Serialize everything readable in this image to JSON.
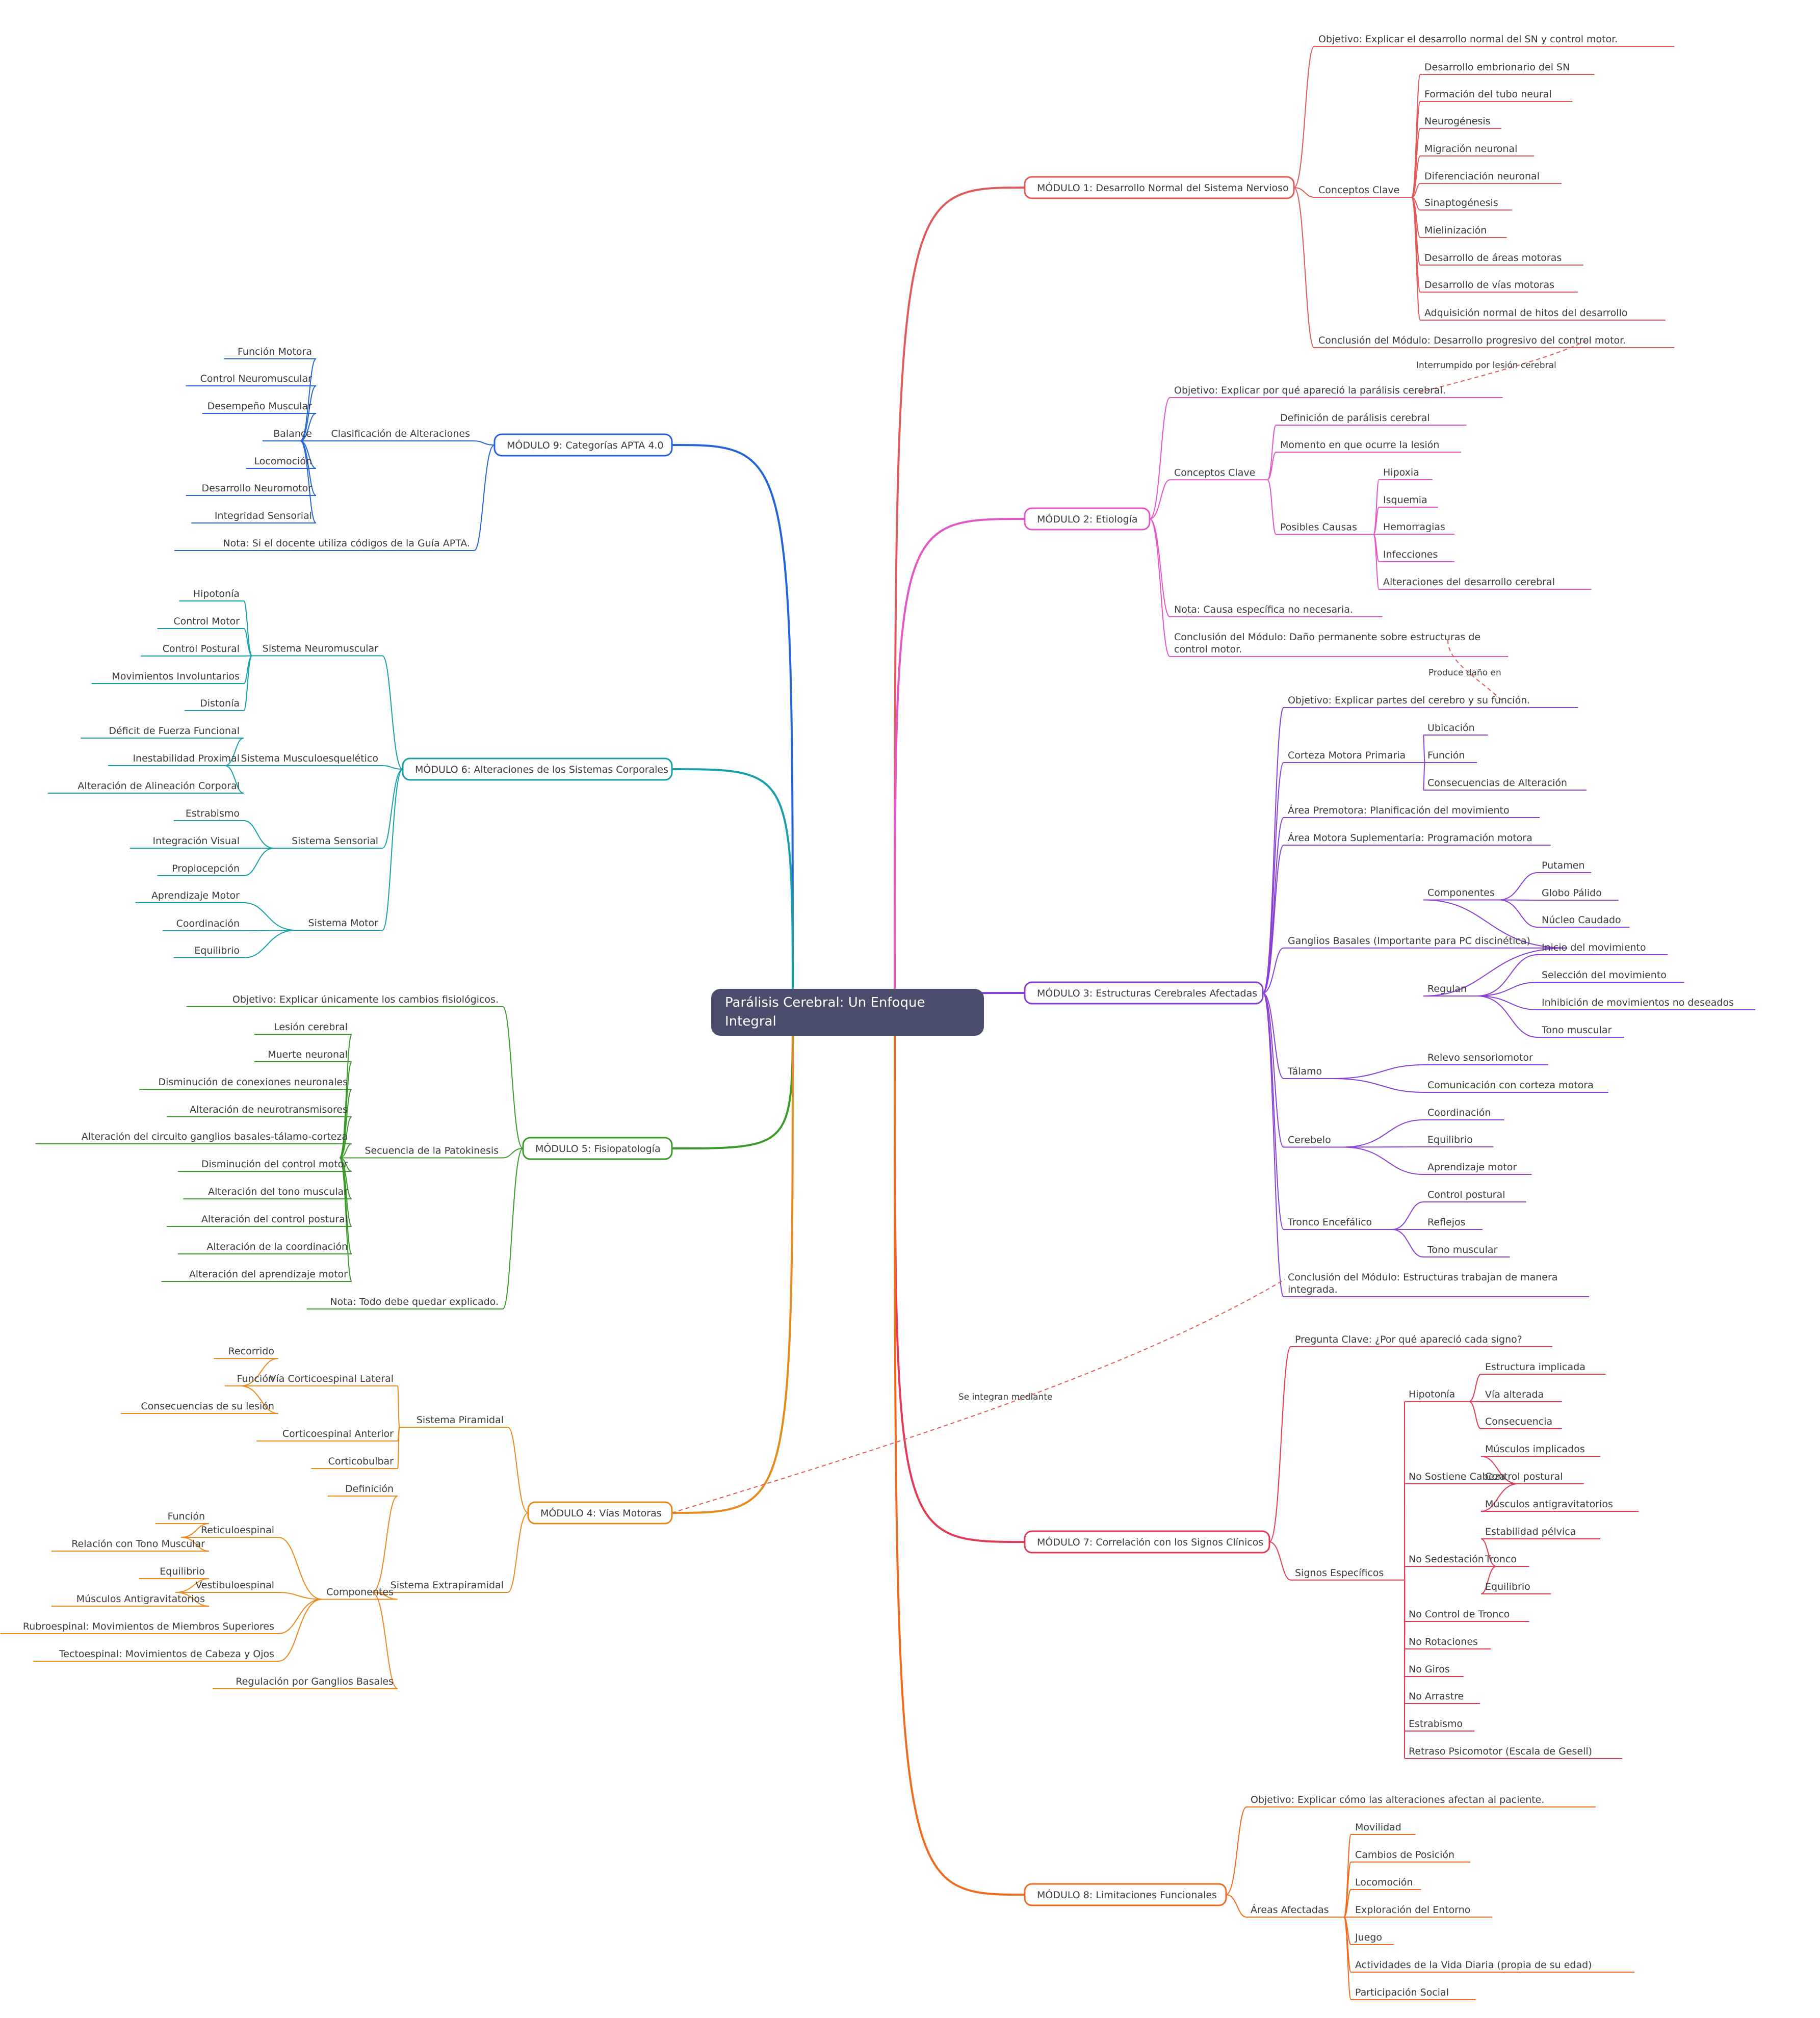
{
  "root": {
    "lines": [
      "Parálisis Cerebral: Un Enfoque",
      "Integral"
    ]
  },
  "cross_links": [
    {
      "label": "Interrumpido por lesión cerebral"
    },
    {
      "label": "Produce daño en"
    },
    {
      "label": "Se integran mediante"
    }
  ],
  "modules": [
    {
      "id": "m1",
      "color": "#e05a5a",
      "label": "MÓDULO 1: Desarrollo Normal del Sistema Nervioso",
      "children": [
        {
          "text": "Objetivo: Explicar el desarrollo normal del SN y control motor."
        },
        {
          "text": "Conceptos Clave",
          "children": [
            {
              "text": "Desarrollo embrionario del SN"
            },
            {
              "text": "Formación del tubo neural"
            },
            {
              "text": "Neurogénesis"
            },
            {
              "text": "Migración neuronal"
            },
            {
              "text": "Diferenciación neuronal"
            },
            {
              "text": "Sinaptogénesis"
            },
            {
              "text": "Mielinización"
            },
            {
              "text": "Desarrollo de áreas motoras"
            },
            {
              "text": "Desarrollo de vías motoras"
            },
            {
              "text": "Adquisición normal de hitos del desarrollo"
            }
          ]
        },
        {
          "text": "Conclusión del Módulo: Desarrollo progresivo del control motor."
        }
      ]
    },
    {
      "id": "m2",
      "color": "#e455c6",
      "label": "MÓDULO 2: Etiología",
      "children": [
        {
          "text": "Objetivo: Explicar por qué apareció la parálisis cerebral."
        },
        {
          "text": "Conceptos Clave",
          "children": [
            {
              "text": "Definición de parálisis cerebral"
            },
            {
              "text": "Momento en que ocurre la lesión"
            },
            {
              "text": "Posibles Causas",
              "children": [
                {
                  "text": "Hipoxia"
                },
                {
                  "text": "Isquemia"
                },
                {
                  "text": "Hemorragias"
                },
                {
                  "text": "Infecciones"
                },
                {
                  "text": "Alteraciones del desarrollo cerebral"
                }
              ]
            }
          ]
        },
        {
          "text": "Nota: Causa específica no necesaria."
        },
        {
          "text": "Conclusión del Módulo: Daño permanente sobre estructuras de",
          "text2": "control motor."
        }
      ]
    },
    {
      "id": "m3",
      "color": "#8a3fd6",
      "label": "MÓDULO 3: Estructuras Cerebrales Afectadas",
      "children": [
        {
          "text": "Objetivo: Explicar partes del cerebro y su función."
        },
        {
          "text": "Corteza Motora Primaria",
          "children": [
            {
              "text": "Ubicación"
            },
            {
              "text": "Función"
            },
            {
              "text": "Consecuencias de Alteración"
            }
          ]
        },
        {
          "text": "Área Premotora: Planificación del movimiento"
        },
        {
          "text": "Área Motora Suplementaria: Programación motora"
        },
        {
          "text": "Ganglios Basales (Importante para PC discinética)",
          "children": [
            {
              "text": "Componentes",
              "children": [
                {
                  "text": "Putamen"
                },
                {
                  "text": "Globo Pálido"
                },
                {
                  "text": "Núcleo Caudado"
                }
              ]
            },
            {
              "text": "Regulan",
              "children": [
                {
                  "text": "Inicio del movimiento"
                },
                {
                  "text": "Selección del movimiento"
                },
                {
                  "text": "Inhibición de movimientos no deseados"
                },
                {
                  "text": "Tono muscular"
                }
              ]
            }
          ]
        },
        {
          "text": "Tálamo",
          "children": [
            {
              "text": "Relevo sensoriomotor"
            },
            {
              "text": "Comunicación con corteza motora"
            }
          ]
        },
        {
          "text": "Cerebelo",
          "children": [
            {
              "text": "Coordinación"
            },
            {
              "text": "Equilibrio"
            },
            {
              "text": "Aprendizaje motor"
            }
          ]
        },
        {
          "text": "Tronco Encefálico",
          "children": [
            {
              "text": "Control postural"
            },
            {
              "text": "Reflejos"
            },
            {
              "text": "Tono muscular"
            }
          ]
        },
        {
          "text": "Conclusión del Módulo: Estructuras trabajan de manera",
          "text2": "integrada."
        }
      ]
    },
    {
      "id": "m7",
      "color": "#e03a55",
      "label": "MÓDULO 7: Correlación con los Signos Clínicos",
      "children": [
        {
          "text": "Pregunta Clave: ¿Por qué apareció cada signo?"
        },
        {
          "text": "Signos Específicos",
          "children": [
            {
              "text": "Hipotonía",
              "children": [
                {
                  "text": "Estructura implicada"
                },
                {
                  "text": "Vía alterada"
                },
                {
                  "text": "Consecuencia"
                }
              ]
            },
            {
              "text": "No Sostiene Cabeza",
              "children": [
                {
                  "text": "Músculos implicados"
                },
                {
                  "text": "Control postural"
                },
                {
                  "text": "Músculos antigravitatorios"
                }
              ]
            },
            {
              "text": "No Sedestación",
              "children": [
                {
                  "text": "Estabilidad pélvica"
                },
                {
                  "text": "Tronco"
                },
                {
                  "text": "Equilibrio"
                }
              ]
            },
            {
              "text": "No Control de Tronco"
            },
            {
              "text": "No Rotaciones"
            },
            {
              "text": "No Giros"
            },
            {
              "text": "No Arrastre"
            },
            {
              "text": "Estrabismo"
            },
            {
              "text": "Retraso Psicomotor (Escala de Gesell)"
            }
          ]
        }
      ]
    },
    {
      "id": "m8",
      "color": "#f06a1e",
      "label": "MÓDULO 8: Limitaciones Funcionales",
      "children": [
        {
          "text": "Objetivo: Explicar cómo las alteraciones afectan al paciente."
        },
        {
          "text": "Áreas Afectadas",
          "children": [
            {
              "text": "Movilidad"
            },
            {
              "text": "Cambios de Posición"
            },
            {
              "text": "Locomoción"
            },
            {
              "text": "Exploración del Entorno"
            },
            {
              "text": "Juego"
            },
            {
              "text": "Actividades de la Vida Diaria (propia de su edad)"
            },
            {
              "text": "Participación Social"
            }
          ]
        }
      ]
    },
    {
      "id": "m9",
      "color": "#2563d9",
      "label": "MÓDULO 9: Categorías APTA 4.0",
      "children": [
        {
          "text": "Clasificación de Alteraciones",
          "children": [
            {
              "text": "Función Motora"
            },
            {
              "text": "Control Neuromuscular"
            },
            {
              "text": "Desempeño Muscular"
            },
            {
              "text": "Balance"
            },
            {
              "text": "Locomoción"
            },
            {
              "text": "Desarrollo Neuromotor"
            },
            {
              "text": "Integridad Sensorial"
            }
          ]
        },
        {
          "text": "Nota: Si el docente utiliza códigos de la Guía APTA."
        }
      ]
    },
    {
      "id": "m6",
      "color": "#17a0a8",
      "label": "MÓDULO 6: Alteraciones de los Sistemas Corporales",
      "children": [
        {
          "text": "Sistema Neuromuscular",
          "children": [
            {
              "text": "Hipotonía"
            },
            {
              "text": "Control Motor"
            },
            {
              "text": "Control Postural"
            },
            {
              "text": "Movimientos Involuntarios"
            },
            {
              "text": "Distonía"
            }
          ]
        },
        {
          "text": "Sistema Musculoesquelético",
          "children": [
            {
              "text": "Déficit de Fuerza Funcional"
            },
            {
              "text": "Inestabilidad Proximal"
            },
            {
              "text": "Alteración de Alineación Corporal"
            }
          ]
        },
        {
          "text": "Sistema Sensorial",
          "children": [
            {
              "text": "Estrabismo"
            },
            {
              "text": "Integración Visual"
            },
            {
              "text": "Propiocepción"
            }
          ]
        },
        {
          "text": "Sistema Motor",
          "children": [
            {
              "text": "Aprendizaje Motor"
            },
            {
              "text": "Coordinación"
            },
            {
              "text": "Equilibrio"
            }
          ]
        }
      ]
    },
    {
      "id": "m5",
      "color": "#3a9a2a",
      "label": "MÓDULO 5: Fisiopatología",
      "children": [
        {
          "text": "Objetivo: Explicar únicamente los cambios fisiológicos."
        },
        {
          "text": "Secuencia de la Patokinesis",
          "children": [
            {
              "text": "Lesión cerebral"
            },
            {
              "text": "Muerte neuronal"
            },
            {
              "text": "Disminución de conexiones neuronales"
            },
            {
              "text": "Alteración de neurotransmisores"
            },
            {
              "text": "Alteración del circuito ganglios basales-tálamo-corteza"
            },
            {
              "text": "Disminución del control motor"
            },
            {
              "text": "Alteración del tono muscular"
            },
            {
              "text": "Alteración del control postural"
            },
            {
              "text": "Alteración de la coordinación"
            },
            {
              "text": "Alteración del aprendizaje motor"
            }
          ]
        },
        {
          "text": "Nota: Todo debe quedar explicado."
        }
      ]
    },
    {
      "id": "m4",
      "color": "#e8891e",
      "label": "MÓDULO 4: Vías Motoras",
      "children": [
        {
          "text": "Sistema Piramidal",
          "children": [
            {
              "text": "Vía Corticoespinal Lateral",
              "children": [
                {
                  "text": "Recorrido"
                },
                {
                  "text": "Función"
                },
                {
                  "text": "Consecuencias de su lesión"
                }
              ]
            },
            {
              "text": "Corticoespinal Anterior"
            },
            {
              "text": "Corticobulbar"
            }
          ]
        },
        {
          "text": "Sistema Extrapiramidal",
          "children": [
            {
              "text": "Definición"
            },
            {
              "text": "Componentes",
              "children": [
                {
                  "text": "Reticuloespinal",
                  "children": [
                    {
                      "text": "Función"
                    },
                    {
                      "text": "Relación con Tono Muscular"
                    }
                  ]
                },
                {
                  "text": "Vestibuloespinal",
                  "children": [
                    {
                      "text": "Equilibrio"
                    },
                    {
                      "text": "Músculos Antigravitatorios"
                    }
                  ]
                },
                {
                  "text": "Rubroespinal: Movimientos de Miembros Superiores"
                },
                {
                  "text": "Tectoespinal: Movimientos de Cabeza y Ojos"
                }
              ]
            },
            {
              "text": "Regulación por Ganglios Basales"
            }
          ]
        }
      ]
    }
  ]
}
